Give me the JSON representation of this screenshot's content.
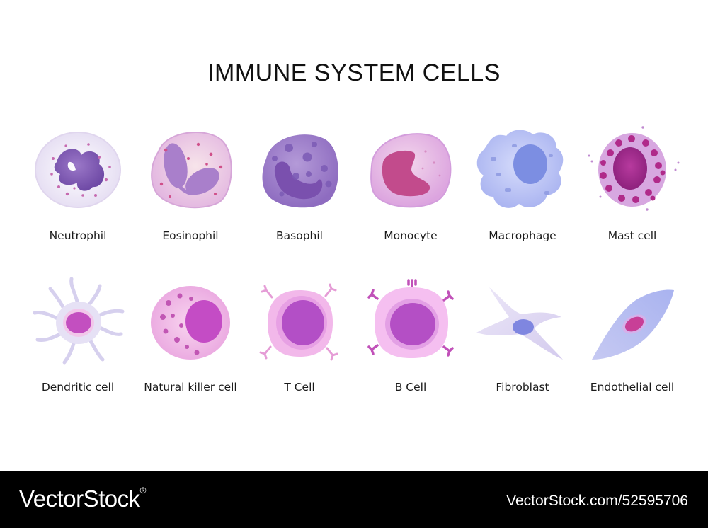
{
  "title": "IMMUNE SYSTEM CELLS",
  "cells": [
    {
      "label": "Neutrophil"
    },
    {
      "label": "Eosinophil"
    },
    {
      "label": "Basophil"
    },
    {
      "label": "Monocyte"
    },
    {
      "label": "Macrophage"
    },
    {
      "label": "Mast cell"
    },
    {
      "label": "Dendritic cell"
    },
    {
      "label": "Natural killer cell"
    },
    {
      "label": "T Cell"
    },
    {
      "label": "B Cell"
    },
    {
      "label": "Fibroblast"
    },
    {
      "label": "Endothelial cell"
    }
  ],
  "footer": {
    "brand": "VectorStock",
    "registered": "®",
    "url": "VectorStock.com/52595706"
  }
}
